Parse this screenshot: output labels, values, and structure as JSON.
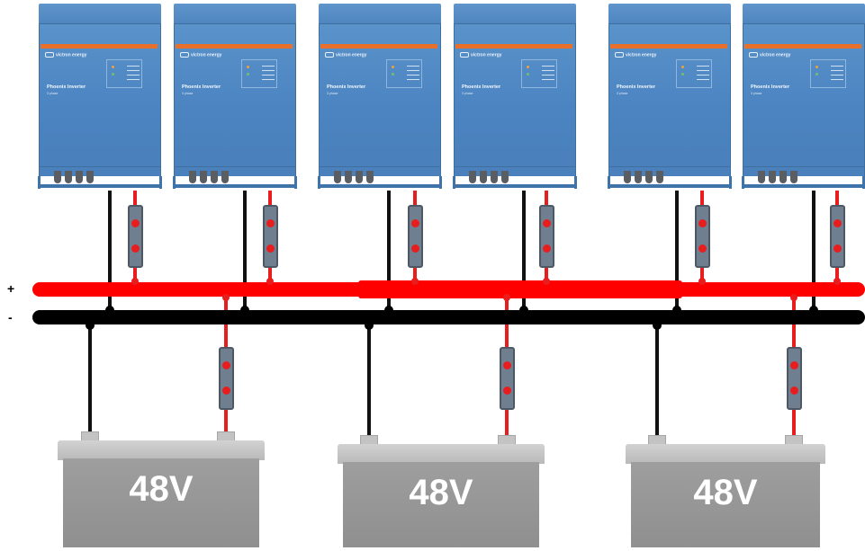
{
  "bus": {
    "positive_label": "+",
    "negative_label": "-",
    "positive_color": "#ff0000",
    "negative_color": "#000000",
    "positive_wire_color": "#e81d1d",
    "negative_wire_color": "#111111"
  },
  "inverters": [
    {
      "brand": "victron energy",
      "model": "Phoenix Inverter",
      "spec": "3 phase"
    },
    {
      "brand": "victron energy",
      "model": "Phoenix Inverter",
      "spec": "3 phase"
    },
    {
      "brand": "victron energy",
      "model": "Phoenix Inverter",
      "spec": "3 phase"
    },
    {
      "brand": "victron energy",
      "model": "Phoenix Inverter",
      "spec": "3 phase"
    },
    {
      "brand": "victron energy",
      "model": "Phoenix Inverter",
      "spec": "3 phase"
    },
    {
      "brand": "victron energy",
      "model": "Phoenix Inverter",
      "spec": "3 phase"
    }
  ],
  "batteries": [
    {
      "label": "48V"
    },
    {
      "label": "48V"
    },
    {
      "label": "48V"
    }
  ],
  "colors": {
    "inverter_blue": "#4f86c0",
    "inverter_stripe": "#e8702b",
    "battery_grey": "#9e9e9e",
    "fuse_grey": "#6f7f8f"
  }
}
